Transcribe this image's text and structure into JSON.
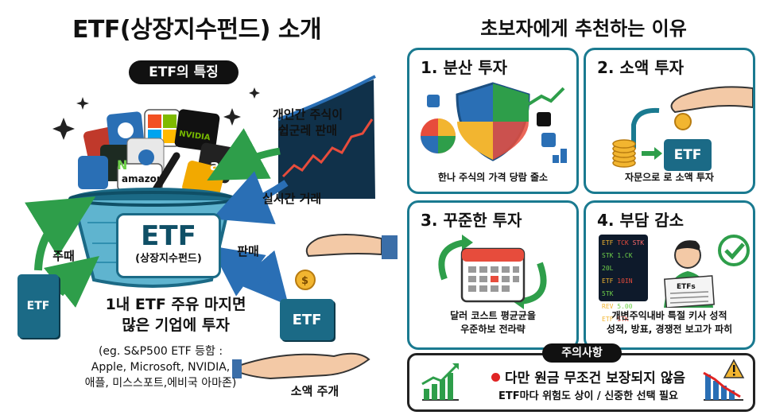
{
  "left": {
    "title": "ETF(상장지수펀드) 소개",
    "features_pill": "ETF의 특징",
    "sell_label": "개인간 주식이\n쉽군레 판매",
    "realtime_label": "실시간 거래",
    "sell2_label": "판매",
    "buy_label": "주때",
    "basket_etf": "ETF",
    "basket_sub": "(상장지수펀드)",
    "card_etf": "ETF",
    "small_etf": "ETF",
    "small_buy_label": "소액 주개",
    "desc_main": "1내 ETF 주유 마지면\n많은 기업에 투자",
    "desc_example": "(eg. S&P500 ETF 등함 :\nApple, Microsoft, NVIDIA,\n애플, 미스스포트,에비국 아마존)",
    "logos": [
      "NVIDIA",
      "amazon",
      "a",
      "N"
    ]
  },
  "right": {
    "title": "초보자에게 추천하는 이유",
    "cards": [
      {
        "title": "1. 분산 투자",
        "caption": "한나 주식의 가격 당람 줄소"
      },
      {
        "title": "2. 소액 투자",
        "caption": "자문으로 로 소액 투자",
        "etf": "ETF"
      },
      {
        "title": "3. 꾸준한 투자",
        "caption": "달러 코스트 평균균을\n우준하보 전라략"
      },
      {
        "title": "4. 부담 감소",
        "caption": "개변주익내바 특절 키사 성적\n성적, 방표, 경쟁전 보고가 파히",
        "screen_rows": [
          [
            "ETF",
            "TCK",
            "STK"
          ],
          [
            "STK",
            "1.CK",
            "20L"
          ],
          [
            "ETF",
            "10IN",
            "5TK"
          ],
          [
            "REV",
            "5.00",
            ""
          ],
          [
            "ETF",
            "STK",
            ""
          ]
        ],
        "paper": "ETFs"
      }
    ],
    "caution_pill": "주의사항",
    "caution_main": "다만 원금 무조건 보장되지 않음",
    "caution_sub": "ETF마다 위험도 상이 / 신중한 선택 필요"
  },
  "colors": {
    "teal": "#1a7a90",
    "green": "#2e9e4a",
    "blue": "#2a6fb5",
    "red": "#e02424"
  }
}
